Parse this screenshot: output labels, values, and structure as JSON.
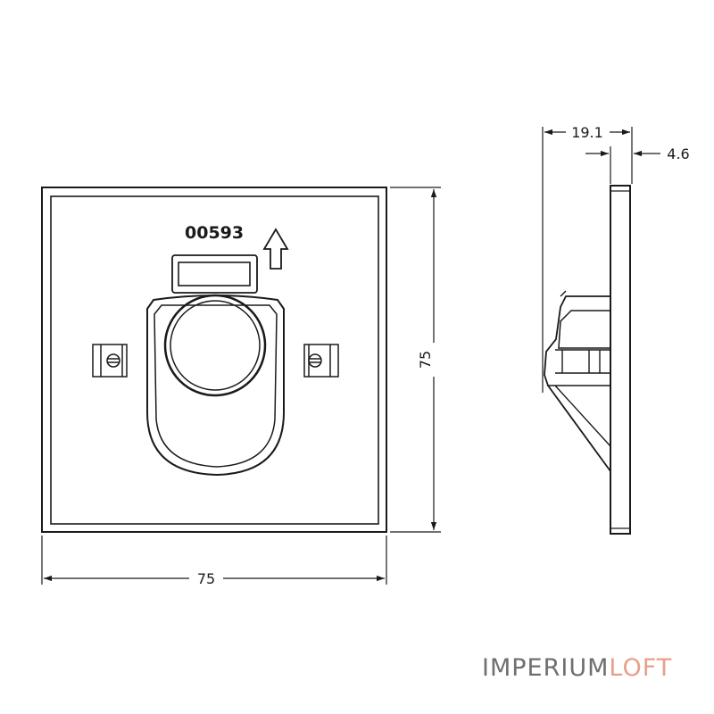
{
  "front_view": {
    "part_code": "00593",
    "width_dimension": "75",
    "height_dimension": "75"
  },
  "side_view": {
    "depth_dimension": "19.1",
    "plate_dimension": "4.6"
  },
  "brand": {
    "part1": "IMPERIUM",
    "part2": "LOFT",
    "part1_color": "#6f6f6f",
    "part2_color": "#e8a08c"
  },
  "colors": {
    "line": "#1a1a1a",
    "background": "#ffffff"
  }
}
